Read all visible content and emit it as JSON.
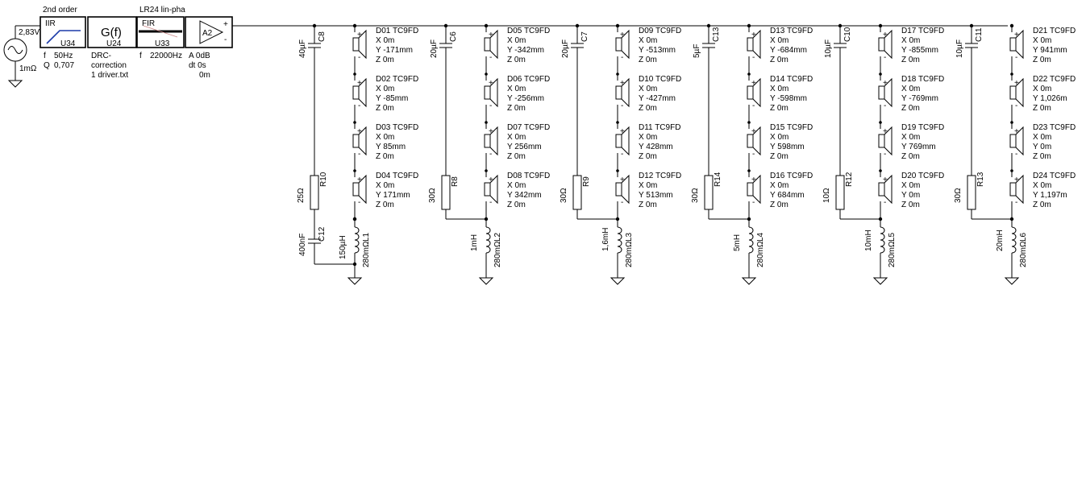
{
  "source": {
    "voltage": "2,83V",
    "resistance": "1mΩ"
  },
  "iir": {
    "title": "2nd order",
    "type": "IIR",
    "name": "U34",
    "f_label": "f",
    "f_value": "50Hz",
    "q_label": "Q",
    "q_value": "0,707"
  },
  "drc": {
    "symbol": "G(f)",
    "name": "U24",
    "line1": "DRC-",
    "line2": "correction",
    "line3": "1 driver.txt"
  },
  "fir": {
    "title": "LR24 lin-pha",
    "type": "FIR",
    "name": "U33",
    "f_label": "f",
    "f_value": "22000Hz"
  },
  "amp": {
    "name": "A2",
    "gain": "A  0dB",
    "dt": "dt 0s",
    "dist": "0m",
    "plus": "+",
    "minus": "-"
  },
  "sections": [
    {
      "cap": "C8",
      "cap_val": "40µF",
      "res": "R10",
      "res_val": "25Ω",
      "cap2": "C12",
      "cap2_val": "400nF",
      "ind": "L1",
      "ind_val": "150µH",
      "ind_res": "280mΩ",
      "drivers": [
        {
          "id": "D01 TC9FD",
          "x": "X 0m",
          "y": "Y -171mm",
          "z": "Z 0m"
        },
        {
          "id": "D02 TC9FD",
          "x": "X 0m",
          "y": "Y -85mm",
          "z": "Z 0m"
        },
        {
          "id": "D03 TC9FD",
          "x": "X 0m",
          "y": "Y 85mm",
          "z": "Z 0m"
        },
        {
          "id": "D04 TC9FD",
          "x": "X 0m",
          "y": "Y 171mm",
          "z": "Z 0m"
        }
      ]
    },
    {
      "cap": "C6",
      "cap_val": "20µF",
      "res": "R8",
      "res_val": "30Ω",
      "ind": "L2",
      "ind_val": "1mH",
      "ind_res": "280mΩ",
      "drivers": [
        {
          "id": "D05 TC9FD",
          "x": "X 0m",
          "y": "Y -342mm",
          "z": "Z 0m"
        },
        {
          "id": "D06 TC9FD",
          "x": "X 0m",
          "y": "Y -256mm",
          "z": "Z 0m"
        },
        {
          "id": "D07 TC9FD",
          "x": "X 0m",
          "y": "Y 256mm",
          "z": "Z 0m"
        },
        {
          "id": "D08 TC9FD",
          "x": "X 0m",
          "y": "Y 342mm",
          "z": "Z 0m"
        }
      ]
    },
    {
      "cap": "C7",
      "cap_val": "20µF",
      "res": "R9",
      "res_val": "30Ω",
      "ind": "L3",
      "ind_val": "1,6mH",
      "ind_res": "280mΩ",
      "drivers": [
        {
          "id": "D09 TC9FD",
          "x": "X 0m",
          "y": "Y -513mm",
          "z": "Z 0m"
        },
        {
          "id": "D10 TC9FD",
          "x": "X 0m",
          "y": "Y -427mm",
          "z": "Z 0m"
        },
        {
          "id": "D11 TC9FD",
          "x": "X 0m",
          "y": "Y 428mm",
          "z": "Z 0m"
        },
        {
          "id": "D12 TC9FD",
          "x": "X 0m",
          "y": "Y 513mm",
          "z": "Z 0m"
        }
      ]
    },
    {
      "cap": "C13",
      "cap_val": "5µF",
      "res": "R14",
      "res_val": "30Ω",
      "ind": "L4",
      "ind_val": "5mH",
      "ind_res": "280mΩ",
      "drivers": [
        {
          "id": "D13 TC9FD",
          "x": "X 0m",
          "y": "Y -684mm",
          "z": "Z 0m"
        },
        {
          "id": "D14 TC9FD",
          "x": "X 0m",
          "y": "Y -598mm",
          "z": "Z 0m"
        },
        {
          "id": "D15 TC9FD",
          "x": "X 0m",
          "y": "Y 598mm",
          "z": "Z 0m"
        },
        {
          "id": "D16 TC9FD",
          "x": "X 0m",
          "y": "Y 684mm",
          "z": "Z 0m"
        }
      ]
    },
    {
      "cap": "C10",
      "cap_val": "10µF",
      "res": "R12",
      "res_val": "10Ω",
      "ind": "L5",
      "ind_val": "10mH",
      "ind_res": "280mΩ",
      "drivers": [
        {
          "id": "D17 TC9FD",
          "x": "X 0m",
          "y": "Y -855mm",
          "z": "Z 0m"
        },
        {
          "id": "D18 TC9FD",
          "x": "X 0m",
          "y": "Y -769mm",
          "z": "Z 0m"
        },
        {
          "id": "D19 TC9FD",
          "x": "X 0m",
          "y": "Y 769mm",
          "z": "Z 0m"
        },
        {
          "id": "D20 TC9FD",
          "x": "X 0m",
          "y": "Y 0m",
          "z": "Z 0m"
        }
      ]
    },
    {
      "cap": "C11",
      "cap_val": "10µF",
      "res": "R13",
      "res_val": "30Ω",
      "ind": "L6",
      "ind_val": "20mH",
      "ind_res": "280mΩ",
      "drivers": [
        {
          "id": "D21 TC9FD",
          "x": "X 0m",
          "y": "Y 941mm",
          "z": "Z 0m"
        },
        {
          "id": "D22 TC9FD",
          "x": "X 0m",
          "y": "Y 1,026m",
          "z": "Z 0m"
        },
        {
          "id": "D23 TC9FD",
          "x": "X 0m",
          "y": "Y 0m",
          "z": "Z 0m"
        },
        {
          "id": "D24 TC9FD",
          "x": "X 0m",
          "y": "Y 1,197m",
          "z": "Z 0m"
        }
      ]
    }
  ]
}
